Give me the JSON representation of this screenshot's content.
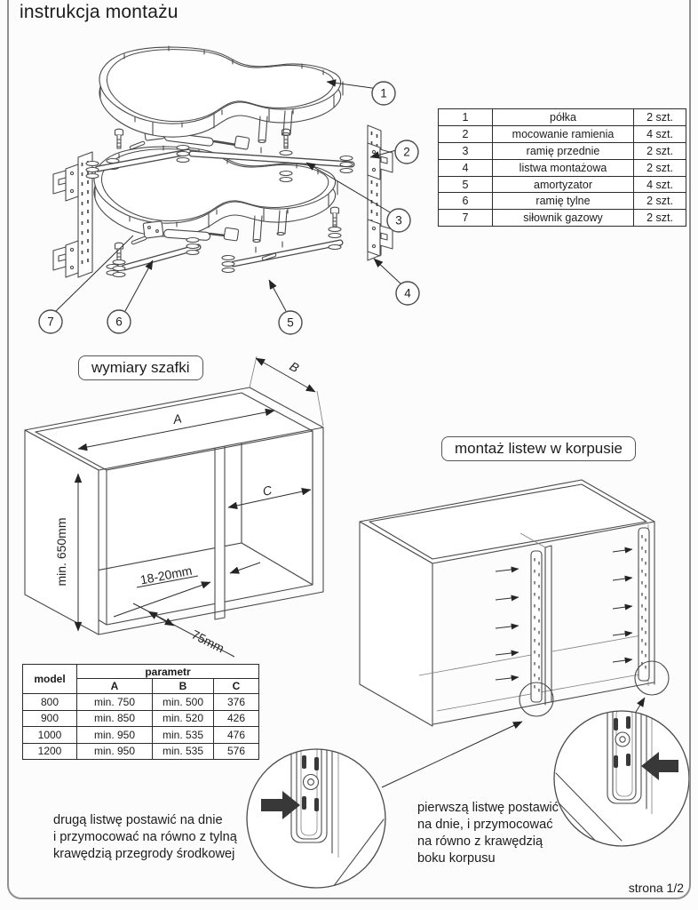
{
  "page": {
    "title": "instrukcja montażu",
    "page_number": "strona 1/2"
  },
  "colors": {
    "line": "#4a4a4a",
    "text": "#1c1c1c",
    "border": "#909090",
    "background": "#fcfcfc"
  },
  "parts_table": {
    "rows": [
      {
        "no": "1",
        "name": "półka",
        "qty": "2 szt."
      },
      {
        "no": "2",
        "name": "mocowanie ramienia",
        "qty": "4 szt."
      },
      {
        "no": "3",
        "name": "ramię przednie",
        "qty": "2 szt."
      },
      {
        "no": "4",
        "name": "listwa montażowa",
        "qty": "2 szt."
      },
      {
        "no": "5",
        "name": "amortyzator",
        "qty": "4 szt."
      },
      {
        "no": "6",
        "name": "ramię tylne",
        "qty": "2 szt."
      },
      {
        "no": "7",
        "name": "siłownik gazowy",
        "qty": "2 szt."
      }
    ]
  },
  "exploded": {
    "callouts": [
      {
        "num": "1"
      },
      {
        "num": "2"
      },
      {
        "num": "3"
      },
      {
        "num": "4"
      },
      {
        "num": "5"
      },
      {
        "num": "6"
      },
      {
        "num": "7"
      }
    ]
  },
  "dimensions_section": {
    "label": "wymiary szafki",
    "dim_a": "A",
    "dim_b": "B",
    "dim_c": "C",
    "height_label": "min. 650mm",
    "partition_label": "18-20mm",
    "offset_label": "75mm"
  },
  "model_table": {
    "model_header": "model",
    "param_header": "parametr",
    "col_a": "A",
    "col_b": "B",
    "col_c": "C",
    "rows": [
      {
        "model": "800",
        "a": "min. 750",
        "b": "min. 500",
        "c": "376"
      },
      {
        "model": "900",
        "a": "min. 850",
        "b": "min. 520",
        "c": "426"
      },
      {
        "model": "1000",
        "a": "min. 950",
        "b": "min. 535",
        "c": "476"
      },
      {
        "model": "1200",
        "a": "min. 950",
        "b": "min. 535",
        "c": "576"
      }
    ]
  },
  "rails_section": {
    "label": "montaż listew w korpusie",
    "note_second_rail": {
      "line1": "drugą listwę postawić na dnie",
      "line2": "i przymocować na równo z tylną",
      "line3": "krawędzią przegrody środkowej"
    },
    "note_first_rail": {
      "line1": "pierwszą listwę postawić",
      "line2": "na dnie, i przymocować",
      "line3": "na równo z krawędzią",
      "line4": "boku korpusu"
    }
  }
}
